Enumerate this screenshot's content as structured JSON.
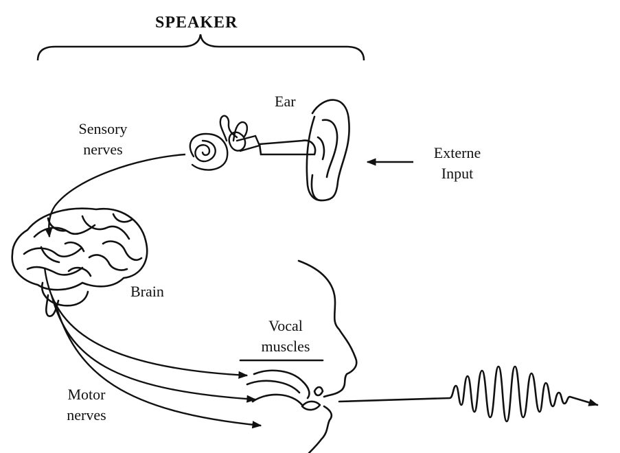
{
  "title": "SPEAKER",
  "labels": {
    "ear": "Ear",
    "sensory_line1": "Sensory",
    "sensory_line2": "nerves",
    "externe_line1": "Externe",
    "externe_line2": "Input",
    "brain": "Brain",
    "vocal_line1": "Vocal",
    "vocal_line2": "muscles",
    "motor_line1": "Motor",
    "motor_line2": "nerves"
  },
  "icons": [
    "ear-icon",
    "cochlea-icon",
    "brain-icon",
    "face-profile-icon",
    "sound-wave-icon",
    "arrow-icon"
  ]
}
